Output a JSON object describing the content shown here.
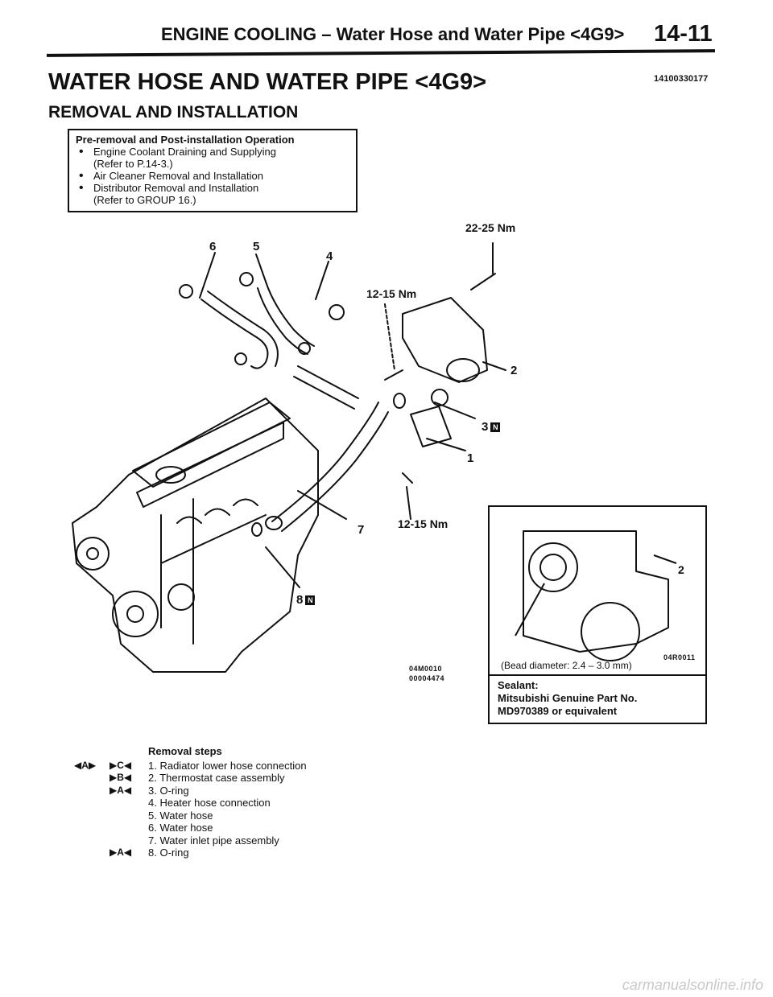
{
  "header": {
    "title": "ENGINE COOLING – Water Hose and Water Pipe <4G9>",
    "page_number": "14-11"
  },
  "main_title": "WATER HOSE AND WATER PIPE <4G9>",
  "doc_code": "14100330177",
  "sub_title": "REMOVAL AND INSTALLATION",
  "pre_removal": {
    "title": "Pre-removal and Post-installation Operation",
    "items": [
      {
        "text": "Engine Coolant Draining and Supplying",
        "sub": "(Refer to P.14-3.)"
      },
      {
        "text": "Air Cleaner Removal and Installation",
        "sub": ""
      },
      {
        "text": "Distributor Removal and Installation",
        "sub": "(Refer to GROUP 16.)"
      }
    ]
  },
  "diagram": {
    "torque_top": "22-25 Nm",
    "torque_mid": "12-15 Nm",
    "torque_low": "12-15 Nm",
    "callouts": {
      "c1": "1",
      "c2": "2",
      "c3": "3",
      "c4": "4",
      "c5": "5",
      "c6": "6",
      "c7": "7",
      "c8": "8"
    },
    "new_badge": "N",
    "fig_code_1": "04M0010",
    "fig_code_2": "00004474"
  },
  "inset": {
    "callout": "2",
    "fig_code": "04R0011",
    "bead_note": "(Bead diameter: 2.4 – 3.0 mm)",
    "sealant_label": "Sealant:",
    "sealant_line1": "Mitsubishi Genuine Part No.",
    "sealant_line2": "MD970389 or equivalent"
  },
  "removal_steps": {
    "title": "Removal steps",
    "steps": [
      {
        "mark1": "◀A▶",
        "mark2": "▶C◀",
        "text": "1. Radiator lower hose connection"
      },
      {
        "mark1": "",
        "mark2": "▶B◀",
        "text": "2. Thermostat case assembly"
      },
      {
        "mark1": "",
        "mark2": "▶A◀",
        "text": "3. O-ring"
      },
      {
        "mark1": "",
        "mark2": "",
        "text": "4. Heater hose connection"
      },
      {
        "mark1": "",
        "mark2": "",
        "text": "5. Water hose"
      },
      {
        "mark1": "",
        "mark2": "",
        "text": "6. Water hose"
      },
      {
        "mark1": "",
        "mark2": "",
        "text": "7. Water inlet pipe assembly"
      },
      {
        "mark1": "",
        "mark2": "▶A◀",
        "text": "8. O-ring"
      }
    ]
  },
  "watermark": "carmanualsonline.info"
}
